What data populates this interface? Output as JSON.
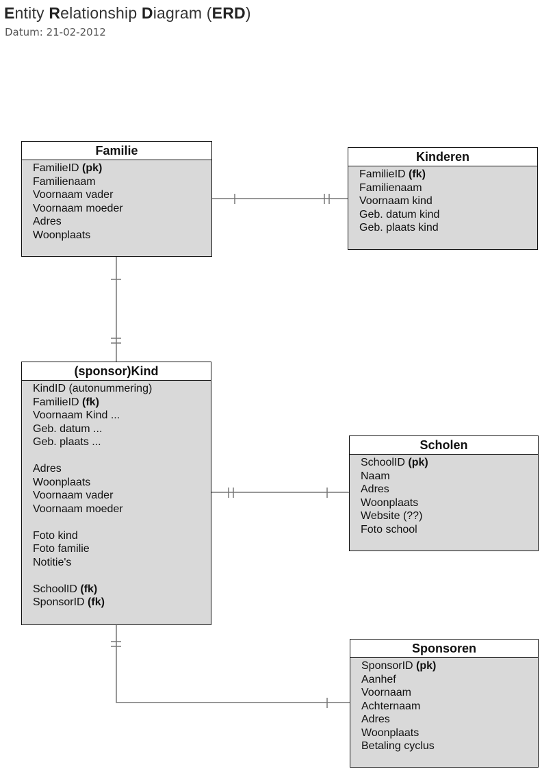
{
  "header": {
    "title_parts": [
      {
        "text": "E",
        "bold": true
      },
      {
        "text": "ntity ",
        "bold": false
      },
      {
        "text": "R",
        "bold": true
      },
      {
        "text": "elationship ",
        "bold": false
      },
      {
        "text": "D",
        "bold": true
      },
      {
        "text": "iagram (",
        "bold": false
      },
      {
        "text": "ERD",
        "bold": true
      },
      {
        "text": ")",
        "bold": false
      }
    ],
    "date": "Datum: 21-02-2012"
  },
  "entities": {
    "familie": {
      "title": "Familie",
      "attributes": [
        {
          "label": "FamilieID",
          "key": "(pk)"
        },
        {
          "label": "Familienaam"
        },
        {
          "label": "Voornaam vader"
        },
        {
          "label": "Voornaam moeder"
        },
        {
          "label": "Adres"
        },
        {
          "label": "Woonplaats"
        }
      ]
    },
    "kinderen": {
      "title": "Kinderen",
      "attributes": [
        {
          "label": "FamilieID",
          "key": "(fk)"
        },
        {
          "label": "Familienaam"
        },
        {
          "label": "Voornaam kind"
        },
        {
          "label": "Geb. datum kind"
        },
        {
          "label": "Geb. plaats kind"
        }
      ]
    },
    "sponsor_kind": {
      "title": "(sponsor)Kind",
      "attributes": [
        {
          "label": "KindID (autonummering)"
        },
        {
          "label": "FamilieID",
          "key": "(fk)"
        },
        {
          "label": "Voornaam Kind ..."
        },
        {
          "label": "Geb. datum ..."
        },
        {
          "label": "Geb. plaats ..."
        },
        {
          "label": ""
        },
        {
          "label": "Adres"
        },
        {
          "label": "Woonplaats"
        },
        {
          "label": "Voornaam vader"
        },
        {
          "label": "Voornaam moeder"
        },
        {
          "label": ""
        },
        {
          "label": "Foto kind"
        },
        {
          "label": "Foto familie"
        },
        {
          "label": "Notitie's"
        },
        {
          "label": ""
        },
        {
          "label": "SchoolID",
          "key": "(fk)"
        },
        {
          "label": "SponsorID",
          "key": "(fk)"
        }
      ]
    },
    "scholen": {
      "title": "Scholen",
      "attributes": [
        {
          "label": "SchoolID",
          "key": "(pk)"
        },
        {
          "label": "Naam"
        },
        {
          "label": "Adres"
        },
        {
          "label": "Woonplaats"
        },
        {
          "label": "Website (??)"
        },
        {
          "label": "Foto school"
        }
      ]
    },
    "sponsoren": {
      "title": "Sponsoren",
      "attributes": [
        {
          "label": "SponsorID",
          "key": "(pk)"
        },
        {
          "label": "Aanhef"
        },
        {
          "label": "Voornaam"
        },
        {
          "label": "Achternaam"
        },
        {
          "label": "Adres"
        },
        {
          "label": "Woonplaats"
        },
        {
          "label": "Betaling cyclus"
        }
      ]
    }
  },
  "relationships": [
    {
      "from": "familie",
      "to": "kinderen"
    },
    {
      "from": "familie",
      "to": "sponsor_kind"
    },
    {
      "from": "sponsor_kind",
      "to": "scholen"
    },
    {
      "from": "sponsor_kind",
      "to": "sponsoren"
    }
  ],
  "colors": {
    "entity_body": "#d9d9d9",
    "entity_title_bg": "#ffffff",
    "border": "#111111",
    "connector": "#777777"
  }
}
